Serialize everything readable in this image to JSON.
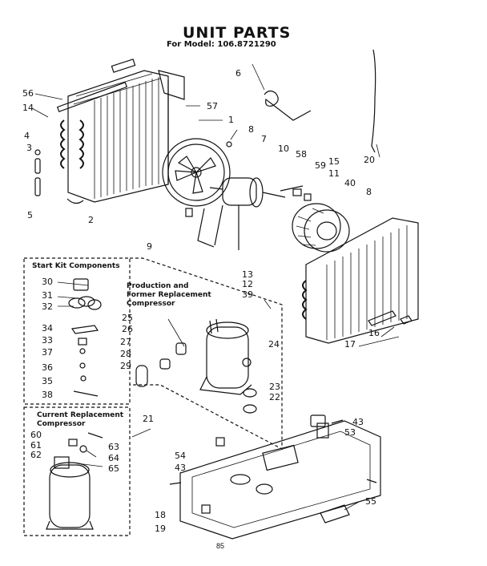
{
  "header": {
    "title": "UNIT PARTS",
    "subtitle": "For Model: 106.8721290"
  },
  "boxes": {
    "start_kit": "Start Kit Components",
    "production_line1": "Production and",
    "production_line2": "Former Replacement",
    "production_line3": "Compressor",
    "current_line1": "Current Replacement",
    "current_line2": "Compressor"
  },
  "callouts": [
    "1",
    "2",
    "3",
    "4",
    "5",
    "6",
    "7",
    "8",
    "8",
    "9",
    "10",
    "11",
    "12",
    "13",
    "14",
    "15",
    "16",
    "17",
    "18",
    "19",
    "20",
    "21",
    "22",
    "23",
    "24",
    "25",
    "26",
    "27",
    "28",
    "29",
    "30",
    "31",
    "32",
    "33",
    "34",
    "35",
    "36",
    "37",
    "38",
    "39",
    "40",
    "43",
    "43",
    "53",
    "54",
    "55",
    "56",
    "57",
    "58",
    "59",
    "60",
    "61",
    "62",
    "63",
    "64",
    "65"
  ],
  "footer": {
    "page_number": "85"
  }
}
